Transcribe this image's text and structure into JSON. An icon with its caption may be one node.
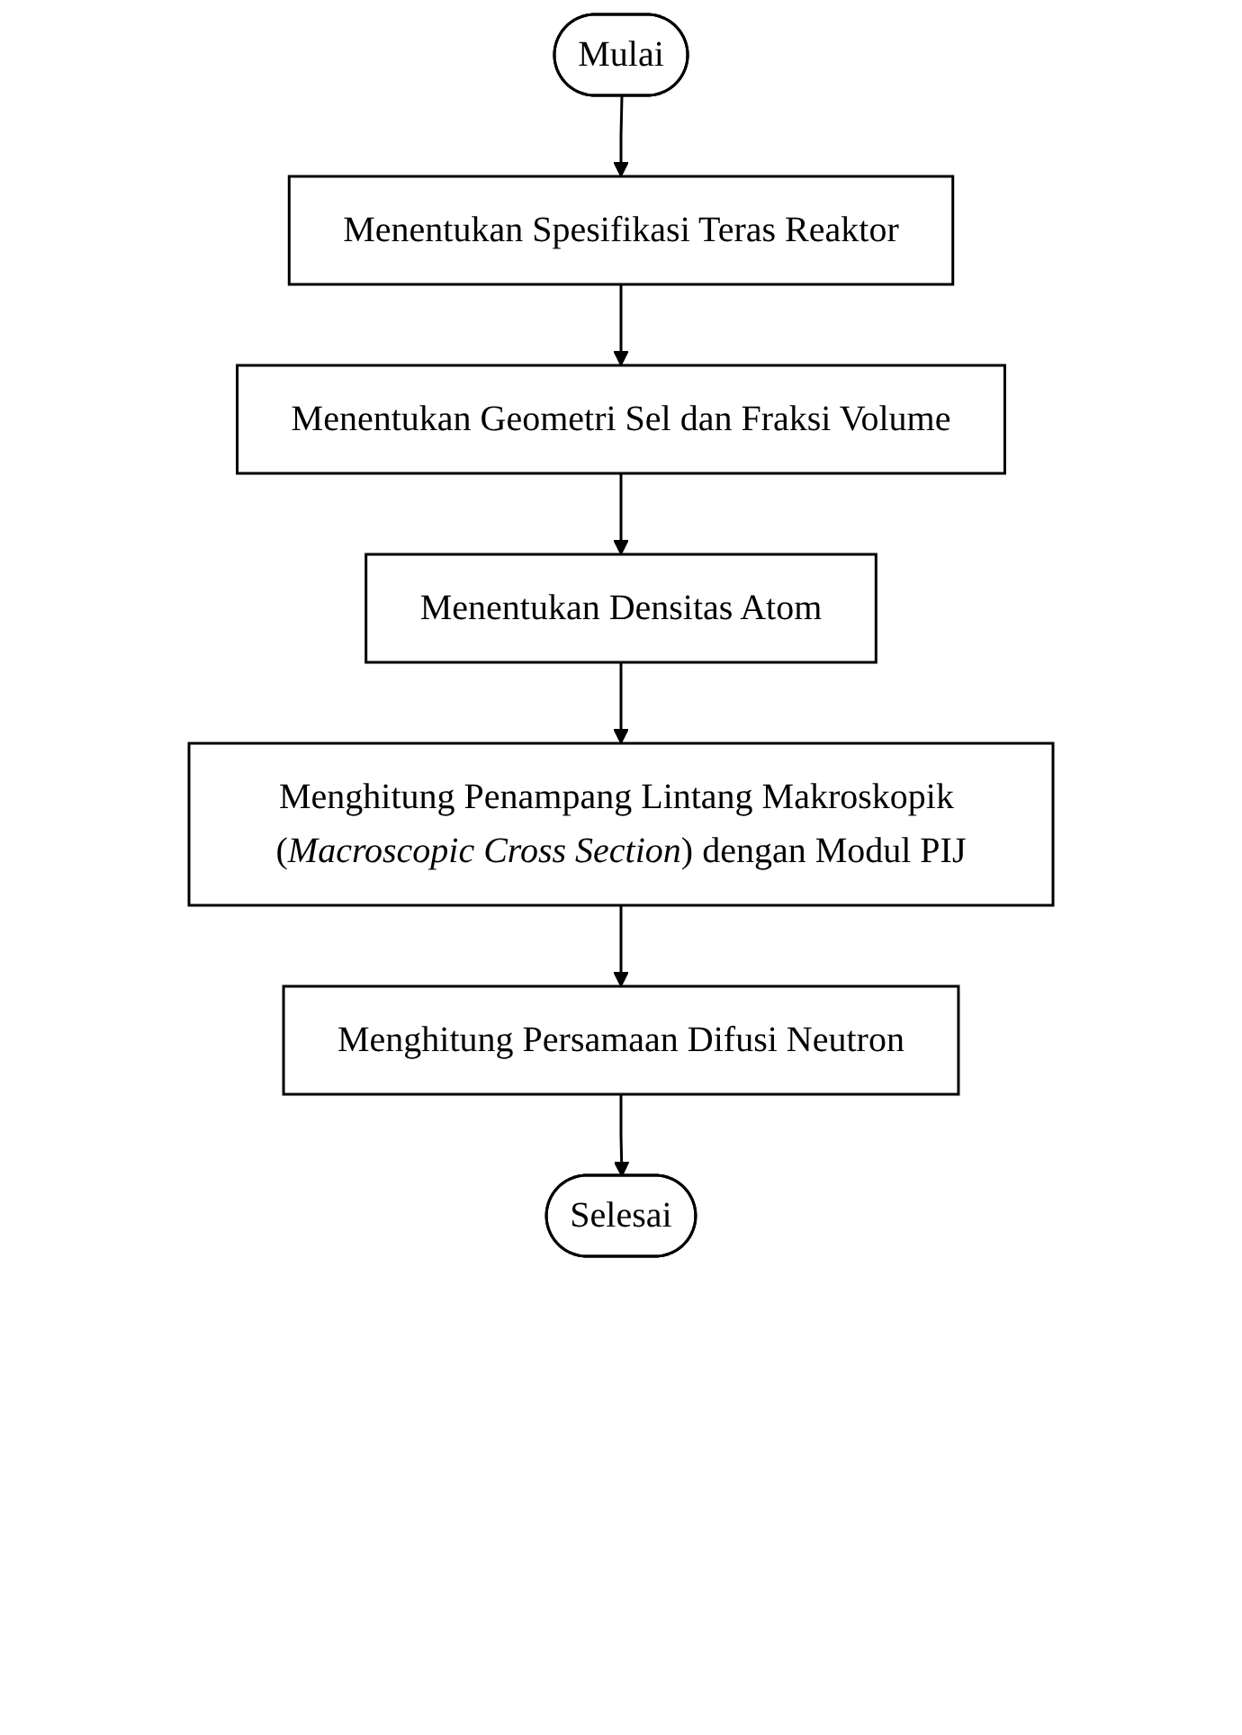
{
  "diagram": {
    "nodes": [
      {
        "text": [
          "Mulai"
        ]
      },
      {
        "text": [
          "Menentukan Spesifikasi Teras Reaktor"
        ]
      },
      {
        "text": [
          "Menentukan Geometri Sel dan Fraksi Volume"
        ]
      },
      {
        "text": [
          "Menentukan Densitas Atom"
        ]
      },
      {
        "text": [
          "Menghitung Penampang Lintang Makroskopik (*Macroscopic Cross Section*) dengan Modul PIJ"
        ]
      },
      {
        "text": [
          "Menghitung Persamaan Difusi Neutron"
        ]
      },
      {
        "text": [
          "Selesai"
        ]
      }
    ],
    "edges": [
      {
        "from": 0,
        "to": 1,
        "arrow": "to"
      },
      {
        "from": 1,
        "to": 2,
        "arrow": "to"
      },
      {
        "from": 2,
        "to": 3,
        "arrow": "to"
      },
      {
        "from": 3,
        "to": 4,
        "arrow": "to"
      },
      {
        "from": 4,
        "to": 5,
        "arrow": "to"
      },
      {
        "from": 5,
        "to": 6,
        "arrow": "to"
      }
    ]
  }
}
